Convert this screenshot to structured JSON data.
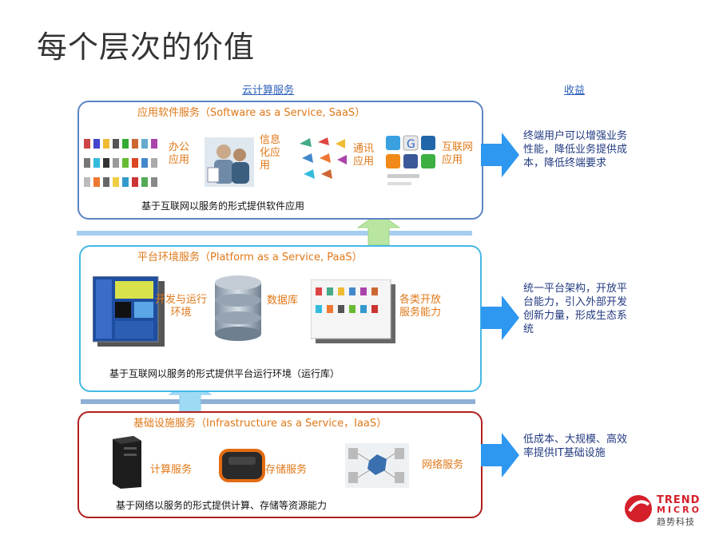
{
  "title": "每个层次的价值",
  "headers": {
    "services": "云计算服务",
    "benefits": "收益"
  },
  "saas": {
    "title": "应用软件服务（Software as a Service, SaaS）",
    "items": [
      "办公\n应用",
      "信息\n化应\n用",
      "通讯\n应用",
      "互联网\n应用"
    ],
    "desc": "基于互联网以服务的形式提供软件应用",
    "benefit": "终端用户可以增强业务性能，降低业务提供成本，降低终端要求"
  },
  "paas": {
    "title": "平台环境服务（Platform as a Service, PaaS）",
    "items": [
      "开发与运行\n环境",
      "数据库",
      "各类开放\n服务能力"
    ],
    "desc": "基于互联网以服务的形式提供平台运行环境（运行库）",
    "benefit": "统一平台架构，开放平台能力，引入外部开发创新力量，形成生态系统"
  },
  "iaas": {
    "title": "基础设施服务（Infrastructure as a Service，IaaS）",
    "items": [
      "计算服务",
      "存储服务",
      "网络服务"
    ],
    "desc": "基于网络以服务的形式提供计算、存储等资源能力",
    "benefit": "低成本、大规模、高效率提供IT基础设施"
  },
  "logo": {
    "line1": "TREND",
    "line2": "MICRO",
    "line3": "趋势科技"
  },
  "colors": {
    "saas_border": "#5d84c4",
    "paas_border": "#46b8e6",
    "iaas_border": "#b02020",
    "arrow": "#2e97f0",
    "accent": "#e07818"
  }
}
